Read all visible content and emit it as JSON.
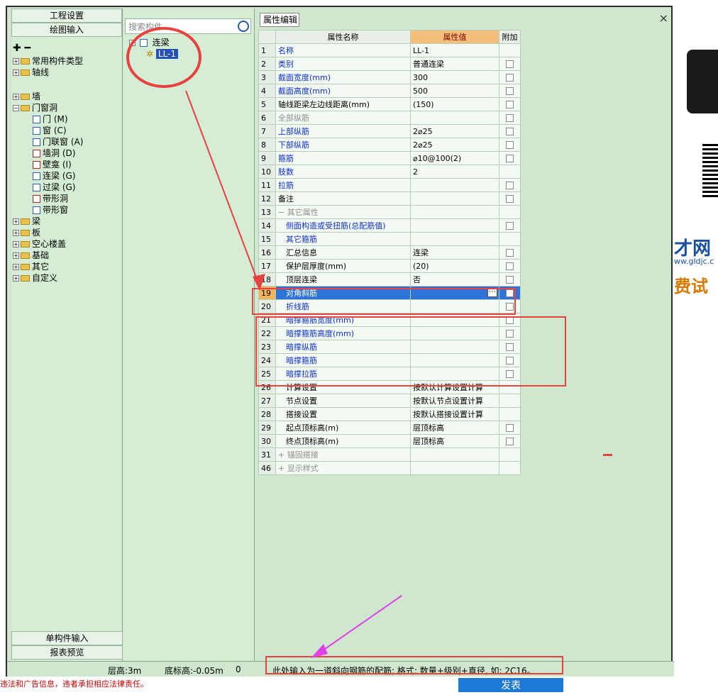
{
  "left_panel": {
    "top_buttons": [
      "工程设置",
      "绘图输入"
    ],
    "tree": [
      {
        "label": "常用构件类型",
        "level": 0,
        "type": "folder"
      },
      {
        "label": "轴线",
        "level": 0,
        "type": "folder"
      },
      {
        "label": "墙",
        "level": 0,
        "type": "folder"
      },
      {
        "label": "门窗洞",
        "level": 0,
        "type": "folder-open"
      },
      {
        "label": "门 (M)",
        "level": 1,
        "type": "item"
      },
      {
        "label": "窗 (C)",
        "level": 1,
        "type": "item"
      },
      {
        "label": "门联窗 (A)",
        "level": 1,
        "type": "item"
      },
      {
        "label": "墙洞 (D)",
        "level": 1,
        "type": "item"
      },
      {
        "label": "壁龛 (I)",
        "level": 1,
        "type": "item"
      },
      {
        "label": "连梁 (G)",
        "level": 1,
        "type": "item"
      },
      {
        "label": "过梁 (G)",
        "level": 1,
        "type": "item"
      },
      {
        "label": "带形洞",
        "level": 1,
        "type": "item"
      },
      {
        "label": "带形窗",
        "level": 1,
        "type": "item"
      },
      {
        "label": "梁",
        "level": 0,
        "type": "folder"
      },
      {
        "label": "板",
        "level": 0,
        "type": "folder"
      },
      {
        "label": "空心楼盖",
        "level": 0,
        "type": "folder"
      },
      {
        "label": "基础",
        "level": 0,
        "type": "folder"
      },
      {
        "label": "其它",
        "level": 0,
        "type": "folder"
      },
      {
        "label": "自定义",
        "level": 0,
        "type": "folder"
      }
    ],
    "bottom_buttons": [
      "单构件输入",
      "报表预览"
    ]
  },
  "component_panel": {
    "search_placeholder": "搜索构件...",
    "root": "连梁",
    "selected": "LL-1"
  },
  "property_panel": {
    "tab": "属性编辑",
    "close": "×",
    "columns": [
      "属性名称",
      "属性值",
      "附加"
    ],
    "rows": [
      {
        "n": "1",
        "name": "名称",
        "value": "LL-1",
        "cb": false,
        "style": "blue"
      },
      {
        "n": "2",
        "name": "类别",
        "value": "普通连梁",
        "cb": true,
        "style": "blue"
      },
      {
        "n": "3",
        "name": "截面宽度(mm)",
        "value": "300",
        "cb": true,
        "style": "blue"
      },
      {
        "n": "4",
        "name": "截面高度(mm)",
        "value": "500",
        "cb": true,
        "style": "blue"
      },
      {
        "n": "5",
        "name": "轴线距梁左边线距离(mm)",
        "value": "(150)",
        "cb": true,
        "style": "black"
      },
      {
        "n": "6",
        "name": "全部纵筋",
        "value": "",
        "cb": true,
        "style": "gray"
      },
      {
        "n": "7",
        "name": "上部纵筋",
        "value": "2⌀25",
        "cb": true,
        "style": "blue"
      },
      {
        "n": "8",
        "name": "下部纵筋",
        "value": "2⌀25",
        "cb": true,
        "style": "blue"
      },
      {
        "n": "9",
        "name": "箍筋",
        "value": "⌀10@100(2)",
        "cb": true,
        "style": "blue"
      },
      {
        "n": "10",
        "name": "肢数",
        "value": "2",
        "cb": false,
        "style": "blue"
      },
      {
        "n": "11",
        "name": "拉筋",
        "value": "",
        "cb": true,
        "style": "blue"
      },
      {
        "n": "12",
        "name": "备注",
        "value": "",
        "cb": true,
        "style": "black"
      },
      {
        "n": "13",
        "name": "− 其它属性",
        "value": "",
        "cb": false,
        "style": "gray"
      },
      {
        "n": "14",
        "name": "侧面构造或受扭筋(总配筋值)",
        "value": "",
        "cb": true,
        "style": "blue",
        "indent": true
      },
      {
        "n": "15",
        "name": "其它箍筋",
        "value": "",
        "cb": false,
        "style": "blue",
        "indent": true
      },
      {
        "n": "16",
        "name": "汇总信息",
        "value": "连梁",
        "cb": true,
        "style": "black",
        "indent": true
      },
      {
        "n": "17",
        "name": "保护层厚度(mm)",
        "value": "(20)",
        "cb": true,
        "style": "black",
        "indent": true
      },
      {
        "n": "18",
        "name": "顶层连梁",
        "value": "否",
        "cb": true,
        "style": "black",
        "indent": true
      },
      {
        "n": "19",
        "name": "对角斜筋",
        "value": "",
        "cb": true,
        "style": "selected",
        "indent": true,
        "ellipsis": true
      },
      {
        "n": "20",
        "name": "折线筋",
        "value": "",
        "cb": true,
        "style": "blue",
        "indent": true
      },
      {
        "n": "21",
        "name": "暗撑箍筋宽度(mm)",
        "value": "",
        "cb": true,
        "style": "blue",
        "indent": true
      },
      {
        "n": "22",
        "name": "暗撑箍筋高度(mm)",
        "value": "",
        "cb": true,
        "style": "blue",
        "indent": true
      },
      {
        "n": "23",
        "name": "暗撑纵筋",
        "value": "",
        "cb": true,
        "style": "blue",
        "indent": true
      },
      {
        "n": "24",
        "name": "暗撑箍筋",
        "value": "",
        "cb": true,
        "style": "blue",
        "indent": true
      },
      {
        "n": "25",
        "name": "暗撑拉筋",
        "value": "",
        "cb": true,
        "style": "blue",
        "indent": true
      },
      {
        "n": "26",
        "name": "计算设置",
        "value": "按默认计算设置计算",
        "cb": false,
        "style": "black",
        "indent": true
      },
      {
        "n": "27",
        "name": "节点设置",
        "value": "按默认节点设置计算",
        "cb": false,
        "style": "black",
        "indent": true
      },
      {
        "n": "28",
        "name": "搭接设置",
        "value": "按默认搭接设置计算",
        "cb": false,
        "style": "black",
        "indent": true
      },
      {
        "n": "29",
        "name": "起点顶标高(m)",
        "value": "层顶标高",
        "cb": true,
        "style": "black",
        "indent": true
      },
      {
        "n": "30",
        "name": "终点顶标高(m)",
        "value": "层顶标高",
        "cb": true,
        "style": "black",
        "indent": true
      },
      {
        "n": "31",
        "name": "+ 锚固搭接",
        "value": "",
        "cb": false,
        "style": "gray"
      },
      {
        "n": "46",
        "name": "+ 显示样式",
        "value": "",
        "cb": false,
        "style": "gray"
      }
    ]
  },
  "status_bar": {
    "floor_height": "层高:3m",
    "bottom_elevation": "底标高:-0.05m",
    "zero": "0",
    "hint": "此处输入为一道斜向钢筋的配筋; 格式: 数量+级别+直径, 如: 2C16。"
  },
  "background": {
    "right_text1": "才网",
    "right_text2": "ww.gldjc.c",
    "right_text3": "费试",
    "bottom_note": "违法和广告信息，违者承担相应法律责任。",
    "bottom_button": "发表"
  }
}
